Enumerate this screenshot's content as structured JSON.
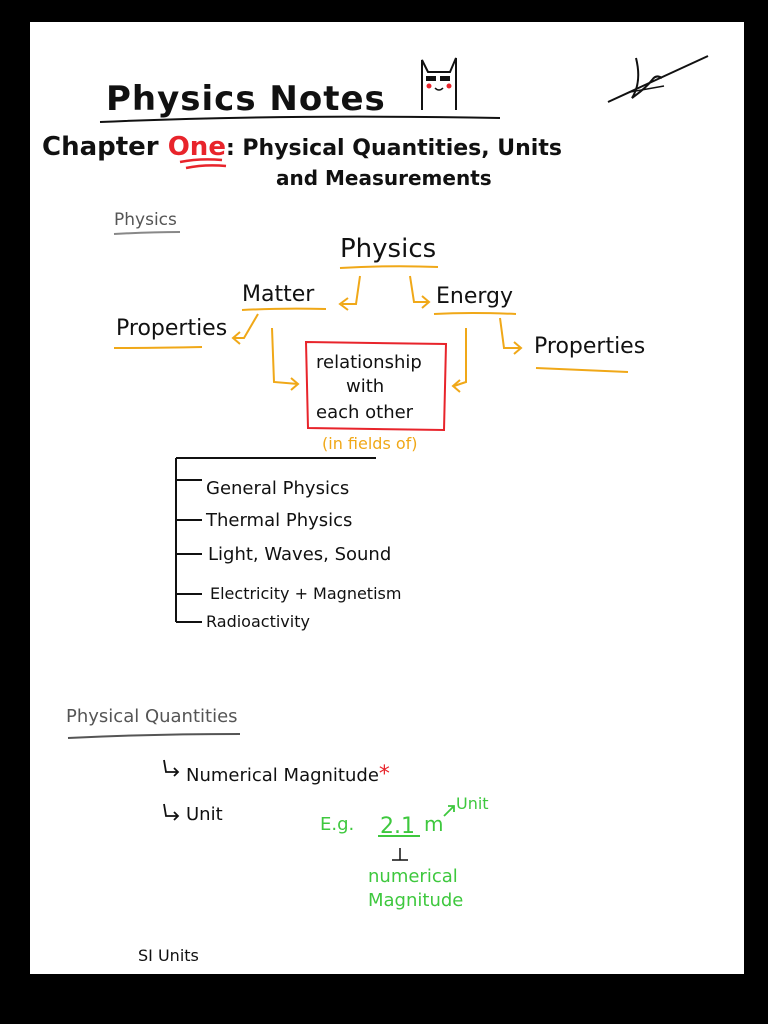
{
  "header": {
    "title": "Physics Notes",
    "chapter_prefix": "Chapter",
    "chapter_word": "One",
    "chapter_suffix": ": Physical Quantities, Units",
    "chapter_line2": "and Measurements"
  },
  "section_physics": {
    "heading": "Physics",
    "center": "Physics",
    "matter": "Matter",
    "energy": "Energy",
    "properties_left": "Properties",
    "properties_right": "Properties",
    "box_lines": [
      "relationship",
      "with",
      "each other"
    ],
    "fields_note": "(in fields of)",
    "fields": [
      "General Physics",
      "Thermal Physics",
      "Light, Waves, Sound",
      "Electricity + Magnetism",
      "Radioactivity"
    ]
  },
  "section_quantities": {
    "heading": "Physical Quantities",
    "items": [
      "Numerical Magnitude",
      "Unit"
    ],
    "asterisk": "*",
    "example_prefix": "E.g.",
    "example_value": "2.1",
    "example_unit": "m",
    "unit_label": "Unit",
    "magnitude_label_line1": "numerical",
    "magnitude_label_line2": "Magnitude"
  },
  "footer": {
    "si_units": "SI Units"
  },
  "colors": {
    "accent_red": "#e8242b",
    "highlight_orange": "#f0a818",
    "example_green": "#3ec83e"
  },
  "icons": {
    "doodle": "cat-doodle-icon",
    "signature": "signature-icon"
  }
}
